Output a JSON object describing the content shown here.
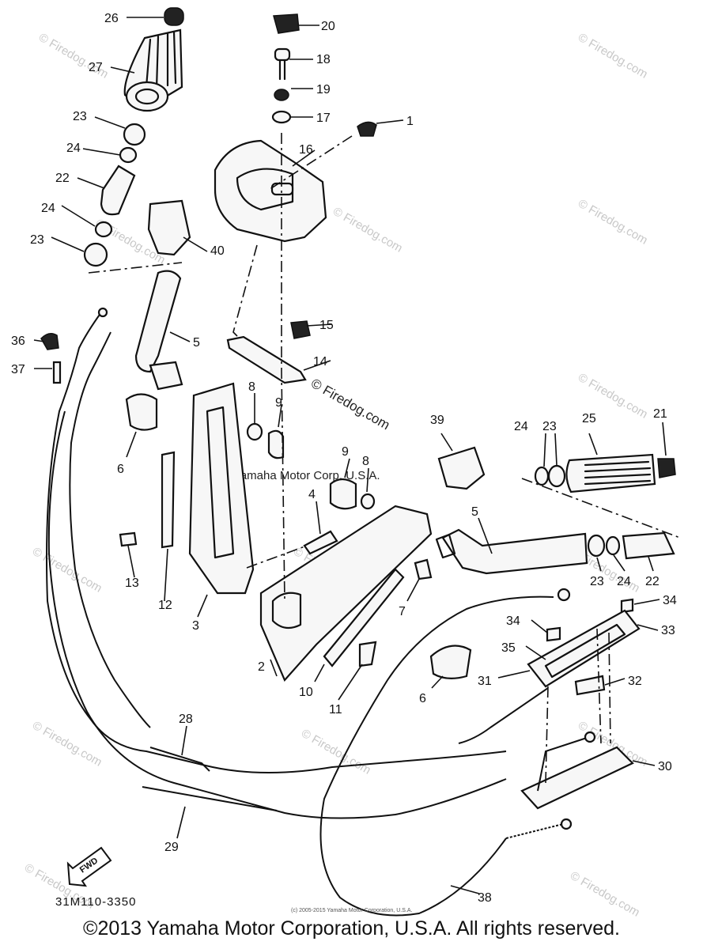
{
  "diagram": {
    "code": "31M110-3350",
    "forward_label": "FWD",
    "copyright": "©2013 Yamaha Motor Corporation, U.S.A. All rights reserved.",
    "center_watermark": "© Yamaha Motor Corp. U.S.A.",
    "small_note": "(c) 2005-2015 Yamaha Motor Corporation, U.S.A.",
    "firedog_watermark": "© Firedog.com",
    "firedog_center": "© Firedog.com"
  },
  "callouts": [
    "26",
    "20",
    "27",
    "18",
    "19",
    "17",
    "1",
    "23",
    "16",
    "24",
    "22",
    "24",
    "40",
    "23",
    "15",
    "36",
    "5",
    "37",
    "14",
    "8",
    "9",
    "39",
    "24",
    "23",
    "25",
    "21",
    "6",
    "9",
    "8",
    "4",
    "5",
    "12",
    "13",
    "3",
    "7",
    "23",
    "24",
    "22",
    "34",
    "34",
    "33",
    "35",
    "2",
    "10",
    "11",
    "6",
    "31",
    "32",
    "28",
    "30",
    "29",
    "38"
  ]
}
